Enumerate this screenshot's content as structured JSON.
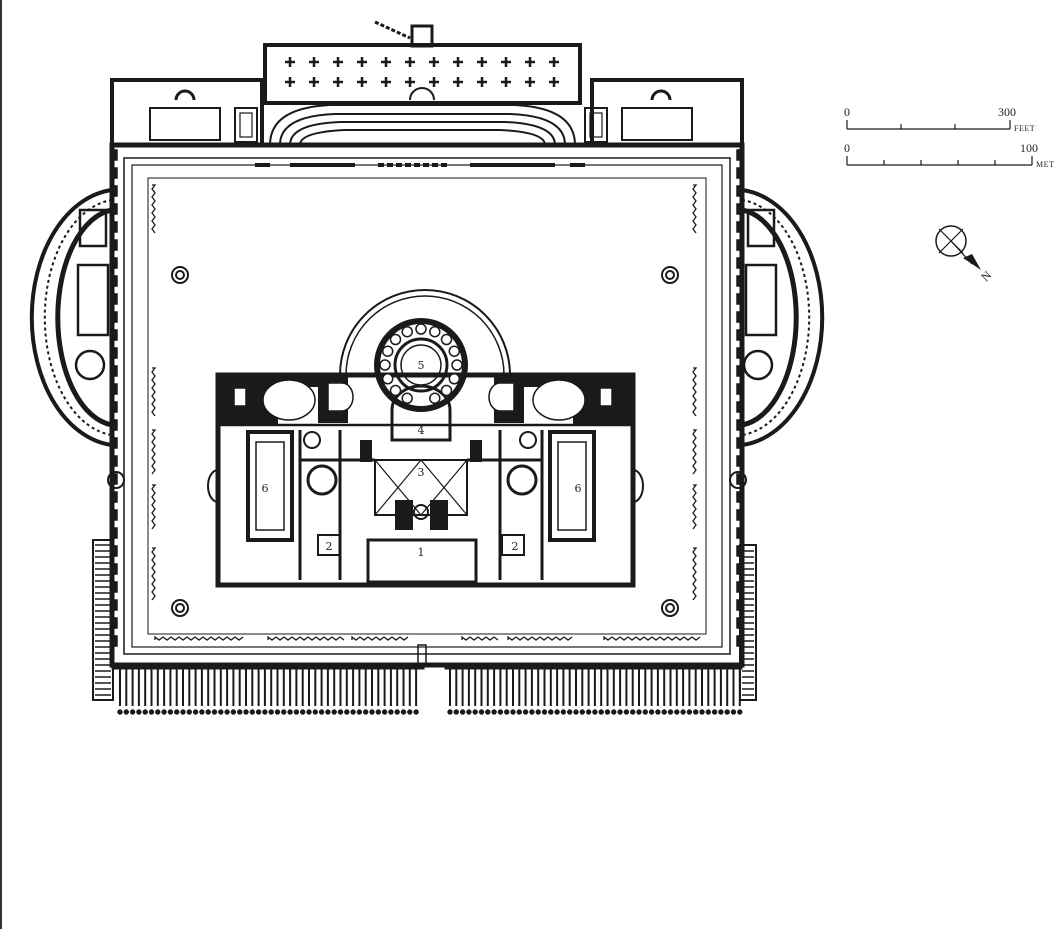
{
  "plan": {
    "room_labels": {
      "l1": "1",
      "l2a": "2",
      "l2b": "2",
      "l3": "3",
      "l4": "4",
      "l5": "5",
      "l6a": "6",
      "l6b": "6"
    }
  },
  "scale_bars": {
    "feet": {
      "start": "0",
      "end": "300",
      "unit": "FEET"
    },
    "meters": {
      "start": "0",
      "end": "100",
      "unit": "MET"
    }
  },
  "north_arrow": {
    "label": "N"
  },
  "colors": {
    "ink": "#1a1a1a",
    "paper": "#ffffff"
  }
}
